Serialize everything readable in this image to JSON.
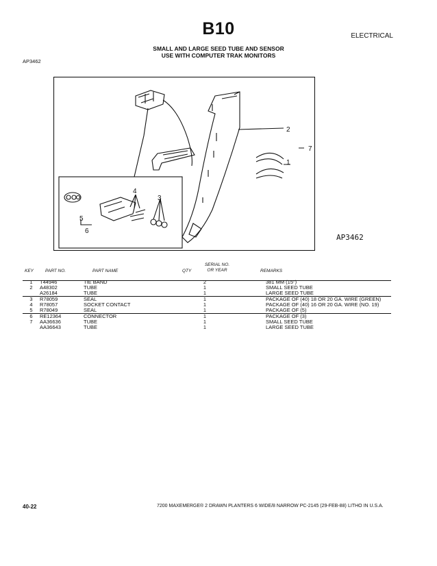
{
  "header": {
    "section_code": "B10",
    "section_name": "ELECTRICAL",
    "title_line1": "SMALL AND LARGE SEED TUBE AND SENSOR",
    "title_line2": "USE WITH COMPUTER TRAK MONITORS",
    "figure_ref": "AP3462"
  },
  "figure": {
    "image_code": "AP3462",
    "callouts": [
      "1",
      "2",
      "3",
      "4",
      "5",
      "6",
      "7"
    ]
  },
  "table": {
    "columns": {
      "key": "KEY",
      "part_no": "PART NO.",
      "part_name": "PART NAME",
      "qty": "QTY",
      "serial_line1": "SERIAL NO.",
      "serial_line2": "OR YEAR",
      "remarks": "REMARKS"
    },
    "rows": [
      {
        "key": "1",
        "part_no": "T44946",
        "name": "TIE BAND",
        "qty": "2",
        "remarks": "381 MM (15\")"
      },
      {
        "key": "2",
        "part_no": "A48302",
        "name": "TUBE",
        "qty": "1",
        "remarks": "SMALL SEED TUBE"
      },
      {
        "key": "",
        "part_no": "A26184",
        "name": "TUBE",
        "qty": "1",
        "remarks": "LARGE SEED TUBE"
      },
      {
        "key": "3",
        "part_no": "R78059",
        "name": "SEAL",
        "qty": "1",
        "remarks": "PACKAGE OF (40) 18 OR 20 GA. WIRE (GREEN)"
      },
      {
        "key": "4",
        "part_no": "R78057",
        "name": "SOCKET CONTACT",
        "qty": "1",
        "remarks": "PACKAGE OF (40) 16 OR 20 GA. WIRE (NO. 19)"
      },
      {
        "key": "5",
        "part_no": "R78049",
        "name": "SEAL",
        "qty": "1",
        "remarks": "PACKAGE OF (5)"
      },
      {
        "key": "6",
        "part_no": "RE12364",
        "name": "CONNECTOR",
        "qty": "1",
        "remarks": "PACKAGE OF (3)"
      },
      {
        "key": "7",
        "part_no": "AA36636",
        "name": "TUBE",
        "qty": "1",
        "remarks": "SMALL SEED TUBE"
      },
      {
        "key": "",
        "part_no": "AA36643",
        "name": "TUBE",
        "qty": "1",
        "remarks": "LARGE SEED TUBE"
      }
    ]
  },
  "footer": {
    "page": "40-22",
    "title": "7200 MAXEMERGE® 2 DRAWN PLANTERS 6 WIDE/8 NARROW   PC-2145 (29-FEB-88)",
    "litho": "LITHO IN U.S.A."
  }
}
